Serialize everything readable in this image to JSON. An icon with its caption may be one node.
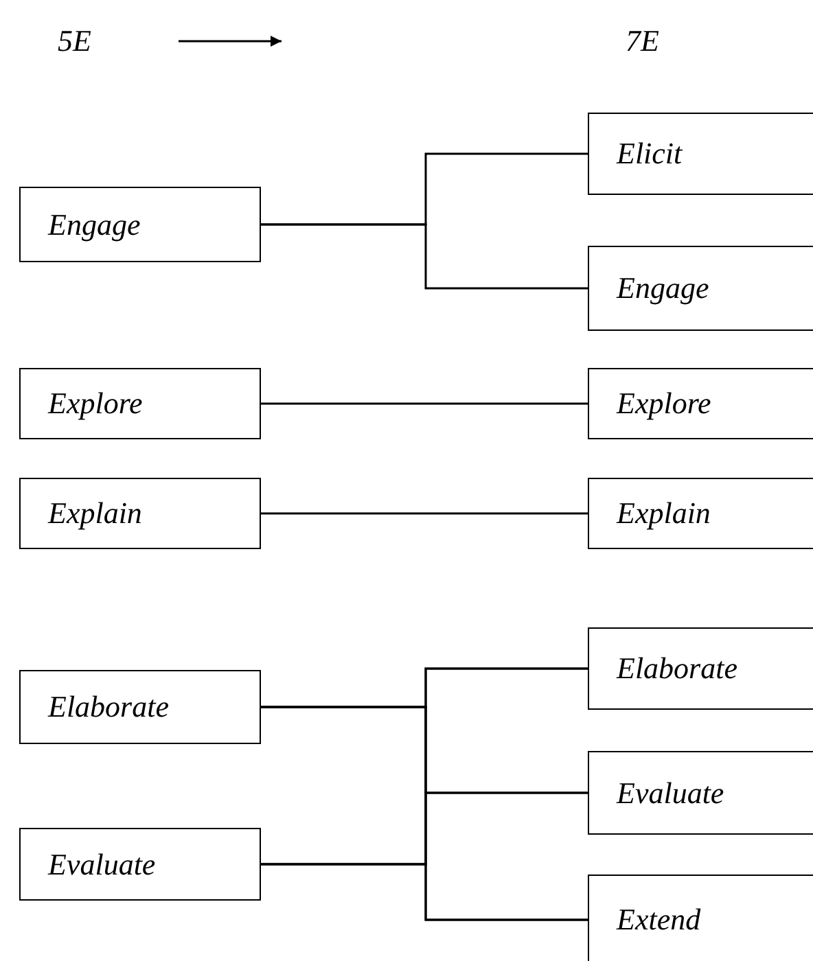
{
  "diagram": {
    "nodes": [
      {
        "text": [
          "5E"
        ]
      },
      {
        "text": [
          "7E"
        ]
      },
      {
        "text": [
          "Elicit"
        ]
      },
      {
        "text": [
          "Engage"
        ]
      },
      {
        "text": [
          "Engage"
        ]
      },
      {
        "text": [
          "Explore"
        ]
      },
      {
        "text": [
          "Explore"
        ]
      },
      {
        "text": [
          "Explain"
        ]
      },
      {
        "text": [
          "Explain"
        ]
      },
      {
        "text": [
          "Elaborate"
        ]
      },
      {
        "text": [
          "Elaborate"
        ]
      },
      {
        "text": [
          "Evaluate"
        ]
      },
      {
        "text": [
          "Evaluate"
        ]
      },
      {
        "text": [
          "Extend"
        ]
      }
    ],
    "edges": [
      {
        "from": 0,
        "to": 1,
        "arrow": "to"
      },
      {
        "from": 3,
        "to": 2,
        "arrow": "none"
      },
      {
        "from": 3,
        "to": 4,
        "arrow": "none"
      },
      {
        "from": 5,
        "to": 6,
        "arrow": "none"
      },
      {
        "from": 7,
        "to": 8,
        "arrow": "none"
      },
      {
        "from": 10,
        "to": 9,
        "arrow": "none"
      },
      {
        "from": 10,
        "to": 11,
        "arrow": "none"
      },
      {
        "from": 10,
        "to": 13,
        "arrow": "none"
      },
      {
        "from": 12,
        "to": 9,
        "arrow": "none"
      },
      {
        "from": 12,
        "to": 11,
        "arrow": "none"
      },
      {
        "from": 12,
        "to": 13,
        "arrow": "none"
      }
    ]
  }
}
